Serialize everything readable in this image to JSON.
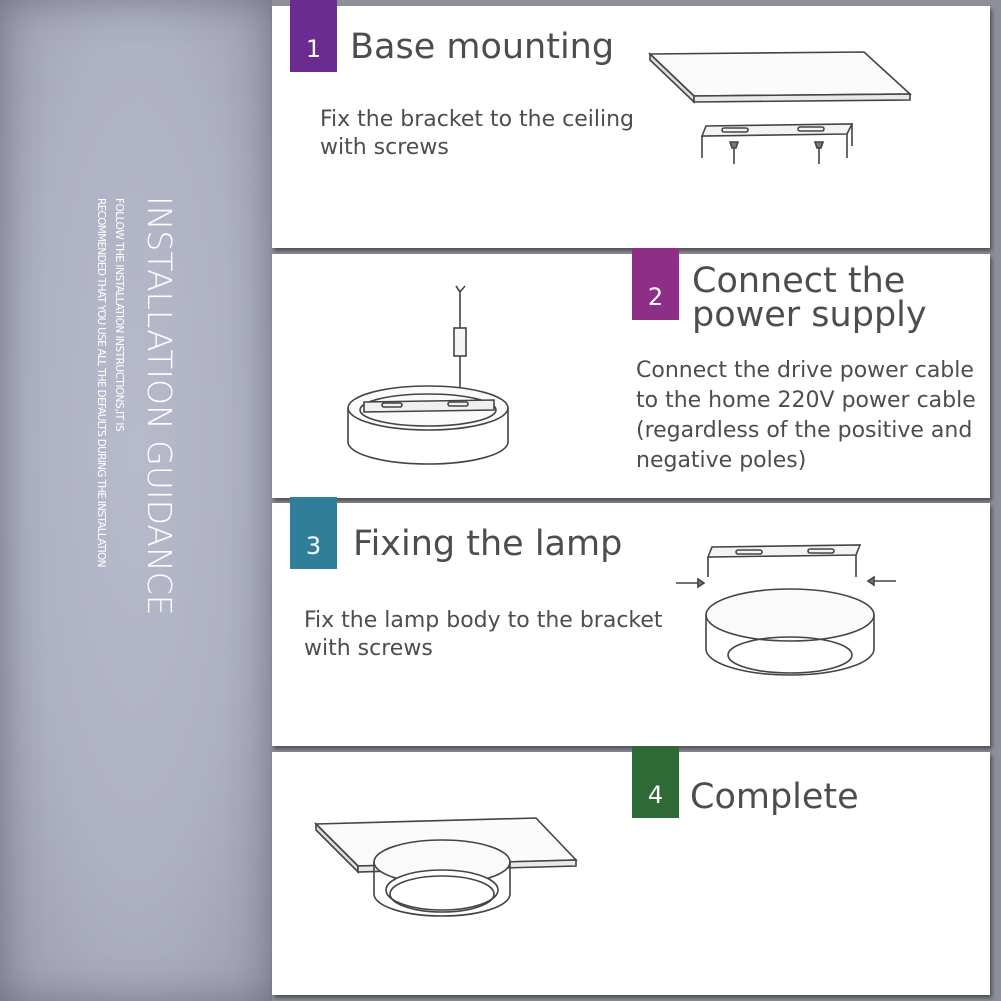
{
  "sidebar": {
    "title": "INSTALLATION GUIDANCE",
    "subtitle_line1": "FOLLOW THE INSTALLATION INSTRUCTIONS,IT IS",
    "subtitle_line2": "RECOMMENDED THAT YOU USE ALL THE DEFAULTS DURING THE INSTALLATION"
  },
  "steps": [
    {
      "number": "1",
      "title_lines": [
        "Base mounting"
      ],
      "description_lines": [
        "Fix the bracket to the ceiling",
        "with screws"
      ],
      "color": "#6a2c91"
    },
    {
      "number": "2",
      "title_lines": [
        "Connect the",
        "power supply"
      ],
      "description_lines": [
        "Connect the drive power cable",
        "to the home 220V power cable",
        " (regardless of the positive and",
        "negative poles)"
      ],
      "color": "#8e2e86"
    },
    {
      "number": "3",
      "title_lines": [
        "Fixing the lamp"
      ],
      "description_lines": [
        "Fix the lamp body to the bracket",
        "with screws"
      ],
      "color": "#2f7f9b"
    },
    {
      "number": "4",
      "title_lines": [
        "Complete"
      ],
      "description_lines": [],
      "color": "#2d6a35"
    }
  ]
}
